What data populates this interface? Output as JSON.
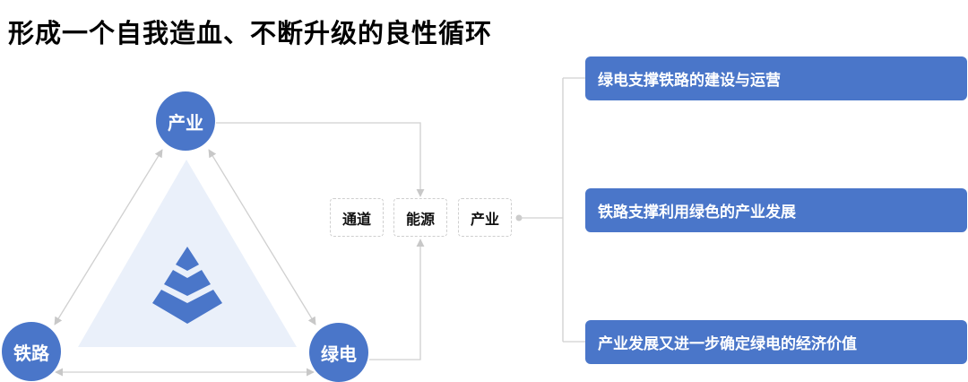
{
  "title": "形成一个自我造血、不断升级的良性循环",
  "colors": {
    "accent": "#4a76c9",
    "triangle_fill": "#eaf0fa",
    "connector": "#cccccc"
  },
  "triangle": {
    "nodes": {
      "top": "产业",
      "left": "铁路",
      "right": "绿电"
    },
    "center_icon": "pyramid-layers-icon"
  },
  "elements": [
    "通道",
    "能源",
    "产业"
  ],
  "outcomes": [
    "绿电支撑铁路的建设与运营",
    "铁路支撑利用绿色的产业发展",
    "产业发展又进一步确定绿电的经济价值"
  ]
}
